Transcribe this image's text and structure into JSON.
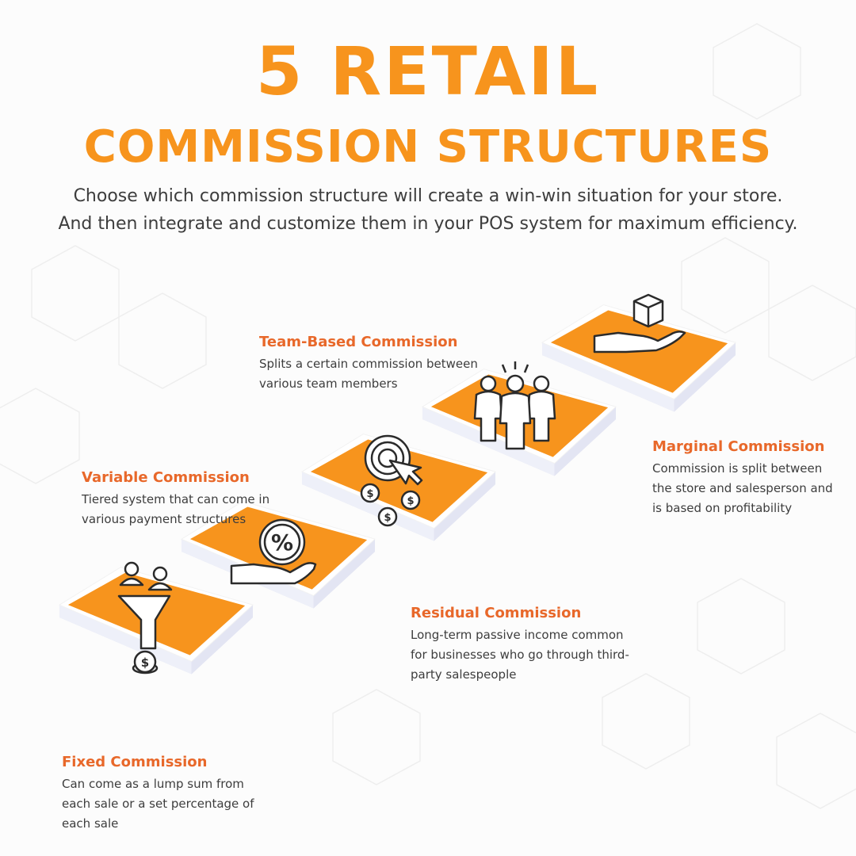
{
  "colors": {
    "accent": "#f7941d",
    "label_accent": "#e8682a",
    "text": "#3d3d3d",
    "platform_side": "#eceef8",
    "platform_shadow": "#dfe1ef"
  },
  "title": {
    "line1": "5 RETAIL",
    "line2": "COMMISSION STRUCTURES"
  },
  "subtitle": "Choose which commission structure will create a win-win situation for your store. And then integrate and customize them in your POS system for maximum efficiency.",
  "steps": [
    {
      "title": "Fixed Commission",
      "description": "Can come as a lump sum from each sale or a set percentage of each sale",
      "icon": "funnel-coin-icon"
    },
    {
      "title": "Variable Commission",
      "description": "Tiered system that can come in various payment structures",
      "icon": "hand-percent-icon"
    },
    {
      "title": "Residual Commission",
      "description": "Long-term passive income common for businesses who go through third-party salespeople",
      "icon": "target-coins-icon"
    },
    {
      "title": "Team-Based Commission",
      "description": "Splits a certain commission between various team members",
      "icon": "team-icon"
    },
    {
      "title": "Marginal Commission",
      "description": "Commission is split between the store and salesperson and is based on profitability",
      "icon": "hand-box-icon"
    }
  ]
}
